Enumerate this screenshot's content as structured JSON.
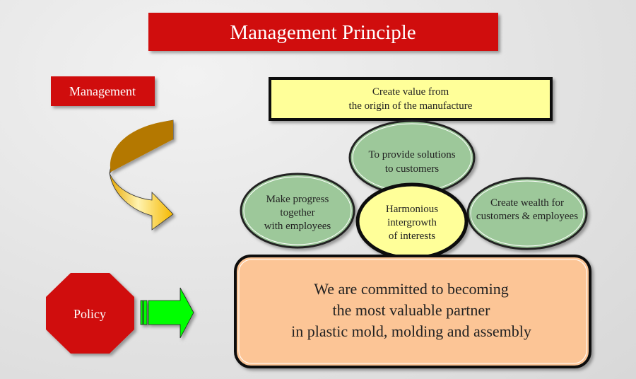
{
  "title": "Management Principle",
  "management_label": "Management",
  "policy_label": "Policy",
  "value_box": {
    "line1": "Create value from",
    "line2": "the origin of the manufacture"
  },
  "ellipses": {
    "top": {
      "line1": "To provide solutions",
      "line2": "to customers"
    },
    "left": {
      "line1": "Make progress",
      "line2": "together",
      "line3": "with employees"
    },
    "right": {
      "line1": "Create wealth for",
      "line2": "customers & employees"
    },
    "center": {
      "line1": "Harmonious",
      "line2": "intergrowth",
      "line3": "of interests"
    }
  },
  "commitment": {
    "line1": "We are committed to becoming",
    "line2": "the most valuable partner",
    "line3": "in plastic mold, molding and assembly"
  },
  "colors": {
    "red": "#d01111",
    "yellow": "#ffff99",
    "green": "#9dc89a",
    "orange": "#fcc596",
    "arrow_green": "#00ff00"
  }
}
